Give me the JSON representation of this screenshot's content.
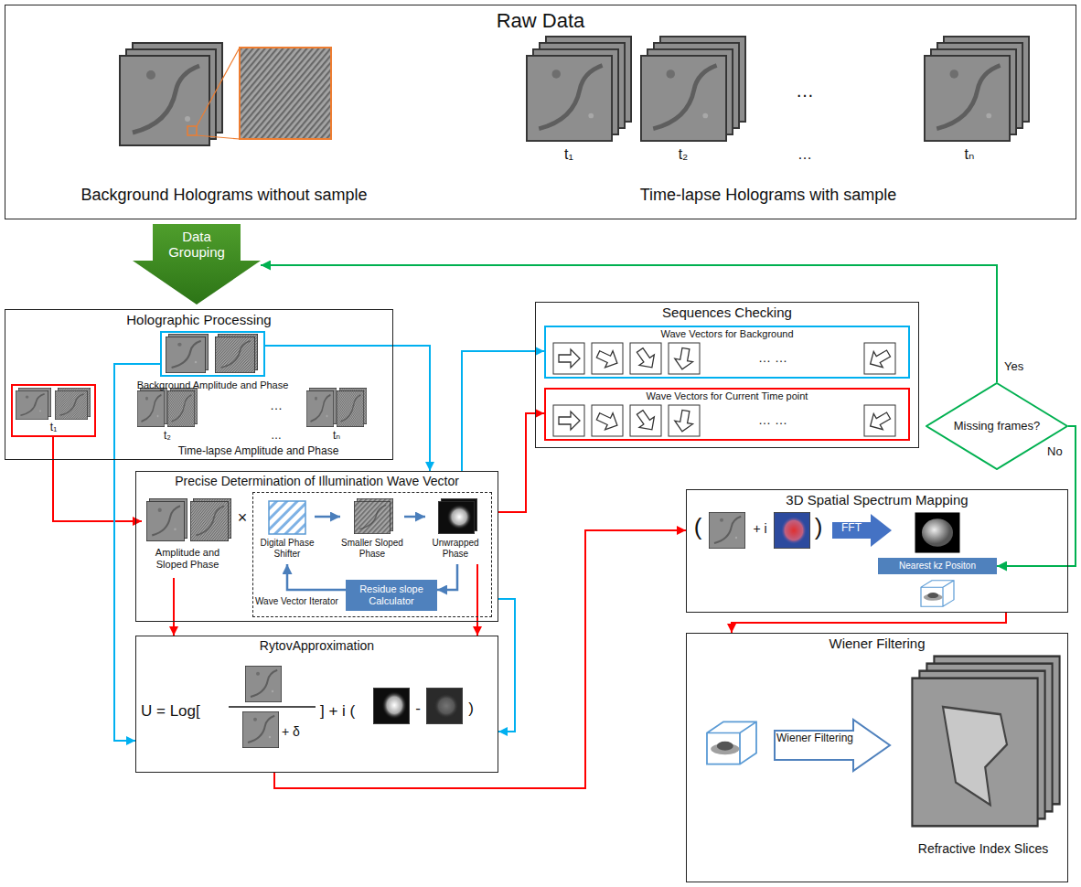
{
  "diagram": {
    "nodes": [
      {
        "text": [
          "Raw Data",
          "Background Holograms without sample",
          "Time-lapse Holograms with sample"
        ]
      },
      {
        "text": [
          "Data Grouping"
        ]
      },
      {
        "text": [
          "Holographic Processing",
          "Time-lapse Amplitude and Phase"
        ]
      },
      {
        "text": [
          "Background Amplitude and Phase"
        ],
        "in": 2
      },
      {
        "text": [
          "t₁"
        ],
        "in": 2
      },
      {
        "text": [
          "Precise Determination of Illumination Wave Vector"
        ]
      },
      {
        "text": [
          "Amplitude and Sloped Phase"
        ],
        "in": 5
      },
      {
        "text": [
          "Wave Vector Iterator"
        ],
        "in": 5
      },
      {
        "text": [
          "Digital Phase Shifter"
        ],
        "in": 7
      },
      {
        "text": [
          "Smaller Sloped Phase"
        ],
        "in": 7
      },
      {
        "text": [
          "Unwrapped Phase"
        ],
        "in": 7
      },
      {
        "text": [
          "Residue slope Calculator"
        ],
        "in": 7
      },
      {
        "text": [
          "Sequences Checking"
        ]
      },
      {
        "text": [
          "Wave Vectors for Background"
        ],
        "in": 12
      },
      {
        "text": [
          "Wave Vectors for Current Time point"
        ],
        "in": 12
      },
      {
        "text": [
          "Missing frames?"
        ]
      },
      {
        "text": [
          "3D Spatial Spectrum Mapping"
        ]
      },
      {
        "text": [
          "FFT"
        ],
        "in": 16
      },
      {
        "text": [
          "Nearest kz Positon"
        ],
        "in": 16
      },
      {
        "text": [
          "Wiener Filtering",
          "Refractive Index Slices"
        ]
      },
      {
        "text": [
          "Wiener Filtering"
        ],
        "in": 19
      },
      {
        "text": [
          "RytovApproximation"
        ]
      }
    ],
    "edges": [
      {
        "from": 3,
        "to": 5,
        "arrow": "to"
      },
      {
        "from": 4,
        "to": 6,
        "arrow": "to"
      },
      {
        "from": 5,
        "to": 13,
        "arrow": "to"
      },
      {
        "from": 5,
        "to": 14,
        "arrow": "to"
      },
      {
        "from": 6,
        "to": 21,
        "arrow": "to"
      },
      {
        "from": 10,
        "to": 21,
        "arrow": "to"
      },
      {
        "from": 5,
        "to": 21,
        "arrow": "to"
      },
      {
        "from": 3,
        "to": 21,
        "arrow": "to"
      },
      {
        "from": 8,
        "to": 9,
        "arrow": "to"
      },
      {
        "from": 9,
        "to": 10,
        "arrow": "to"
      },
      {
        "from": 10,
        "to": 11,
        "arrow": "to"
      },
      {
        "from": 11,
        "to": 8,
        "arrow": "to"
      },
      {
        "from": 21,
        "to": 16,
        "arrow": "to"
      },
      {
        "from": 16,
        "to": 19,
        "arrow": "to"
      },
      {
        "from": 15,
        "to": 1,
        "label": "Yes",
        "arrow": "to"
      },
      {
        "from": 15,
        "to": 18,
        "label": "No",
        "arrow": "to"
      }
    ],
    "labels": [
      "t₁",
      "t₂",
      "…",
      "…",
      "tₙ",
      "t₂",
      "…",
      "…",
      "tₙ",
      "×",
      "… …",
      "… …",
      "U = Log[",
      "+ δ",
      "] + i (",
      "-",
      ")",
      "(",
      "+ i",
      ")"
    ]
  }
}
